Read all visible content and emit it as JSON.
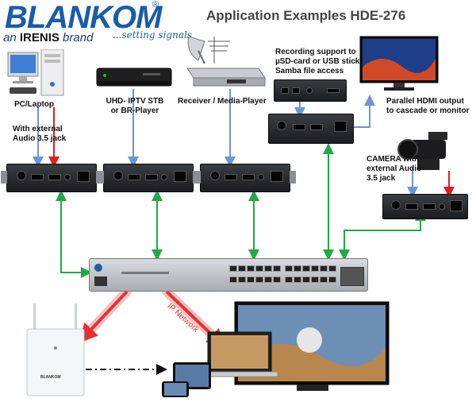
{
  "brand": {
    "logo": "BLANKOM",
    "registered": "®",
    "tagline_prefix": "an",
    "tagline_company": "IRENIS",
    "tagline_suffix": "brand",
    "slogan": "...setting signals"
  },
  "title": "Application Examples HDE-276",
  "labels": {
    "pc": "PC/Laptop",
    "pc_audio": [
      "With external",
      "Audio 3.5 jack"
    ],
    "stb": [
      "UHD- IPTV STB",
      "or BR-Player"
    ],
    "receiver": "Receiver / Media-Player",
    "recording": [
      "Recording support to",
      "µSD-card or USB stick",
      "Samba file access"
    ],
    "parallel": [
      "Parallel HDMI output",
      "to cascade or monitor"
    ],
    "camera": [
      "CAMERA with",
      "external Audio",
      "3.5 jack"
    ],
    "ip_network": "IP Network",
    "router_brand": "BLANKOM"
  },
  "colors": {
    "hdmi_line": "#6a96d6",
    "audio_line": "#e02020",
    "lan_line": "#22a845",
    "ip_arrow": "#e83030",
    "brand_blue": "#1a5ca8"
  }
}
